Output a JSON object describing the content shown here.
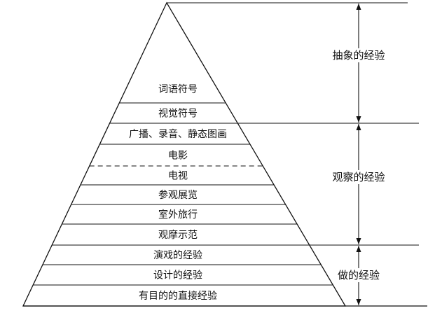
{
  "levels": [
    {
      "label": "词语符号",
      "separator": "solid"
    },
    {
      "label": "视觉符号",
      "separator": "solid"
    },
    {
      "label": "广播、录音、静态图画",
      "separator": "solid"
    },
    {
      "label": "电影",
      "separator": "solid"
    },
    {
      "label": "电视",
      "separator": "dashed"
    },
    {
      "label": "参观展览",
      "separator": "solid"
    },
    {
      "label": "室外旅行",
      "separator": "solid"
    },
    {
      "label": "观摩示范",
      "separator": "solid"
    },
    {
      "label": "演戏的经验",
      "separator": "solid"
    },
    {
      "label": "设计的经验",
      "separator": "solid"
    },
    {
      "label": "有目的的直接经验",
      "separator": "solid"
    }
  ],
  "groups": [
    {
      "label": "抽象的经验",
      "from_level": 0,
      "to_level": 1
    },
    {
      "label": "观察的经验",
      "from_level": 2,
      "to_level": 7
    },
    {
      "label": "做的经验",
      "from_level": 8,
      "to_level": 10
    }
  ]
}
